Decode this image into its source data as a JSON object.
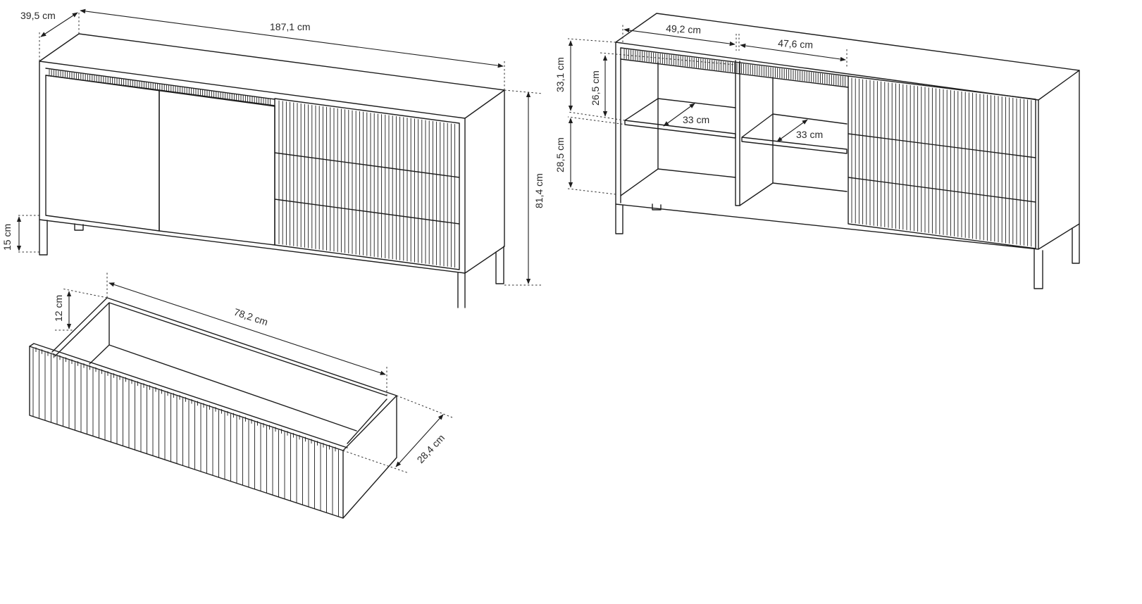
{
  "colors": {
    "line": "#1e1e1e",
    "background": "#ffffff",
    "text": "#2a2a2a"
  },
  "dimensions": {
    "depth": "39,5 cm",
    "width": "187,1 cm",
    "height": "81,4 cm",
    "legs": "15 cm",
    "compartment_left_width": "49,2 cm",
    "compartment_right_width": "47,6 cm",
    "upper_height_total": "33,1 cm",
    "upper_height_inner": "26,5 cm",
    "lower_height": "28,5 cm",
    "shelf_left_depth": "33 cm",
    "shelf_right_depth": "33 cm",
    "drawer_width": "78,2 cm",
    "drawer_height": "12 cm",
    "drawer_depth": "28,4 cm"
  }
}
